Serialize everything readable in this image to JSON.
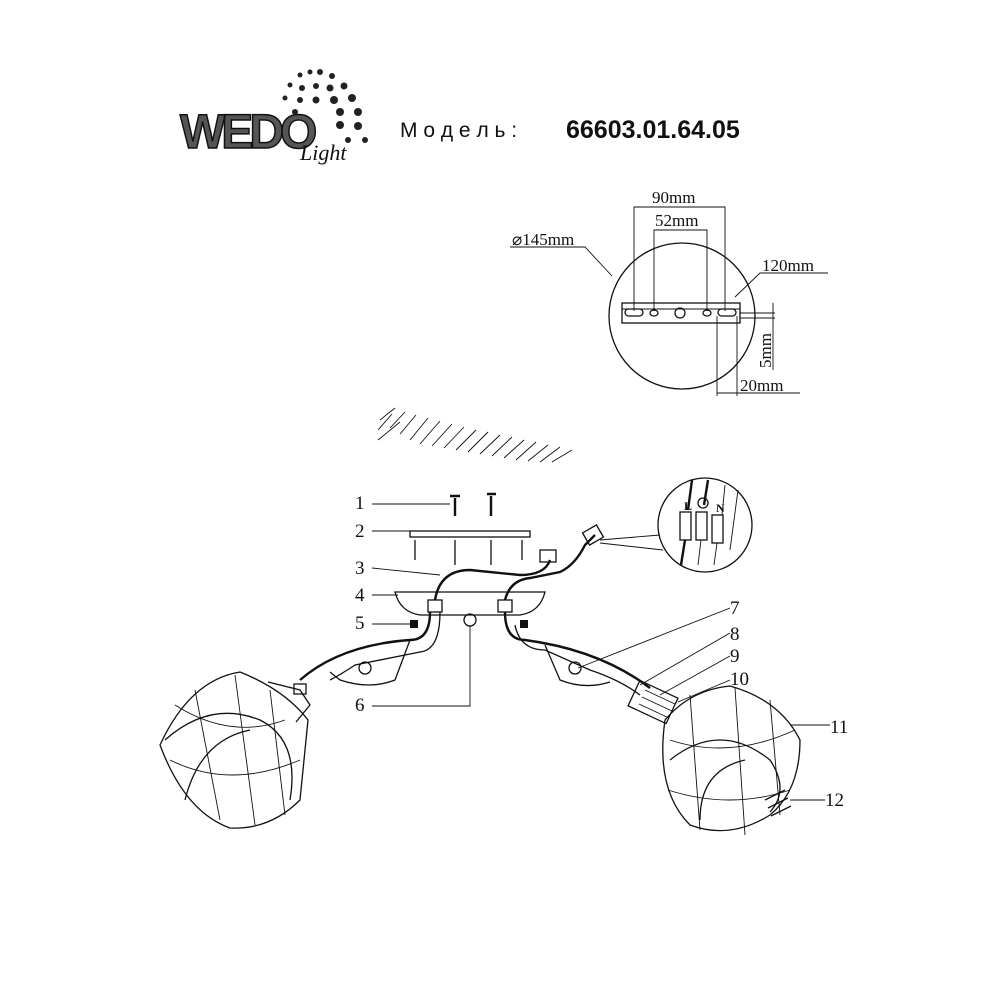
{
  "logo": {
    "brand": "WEDO",
    "sub": "Light"
  },
  "header": {
    "model_label": "М о д е л ь :",
    "model_number": "66603.01.64.05"
  },
  "mount_plate": {
    "diameter": "⌀145mm",
    "dim_90": "90mm",
    "dim_52": "52mm",
    "dim_120": "120mm",
    "dim_5": "5mm",
    "dim_20": "20mm"
  },
  "wiring": {
    "live": "L",
    "neutral": "N"
  },
  "parts": {
    "left": [
      "1",
      "2",
      "3",
      "4",
      "5",
      "6"
    ],
    "right": [
      "7",
      "8",
      "9",
      "10",
      "11",
      "12"
    ]
  },
  "colors": {
    "ink": "#111111",
    "background": "#ffffff"
  }
}
